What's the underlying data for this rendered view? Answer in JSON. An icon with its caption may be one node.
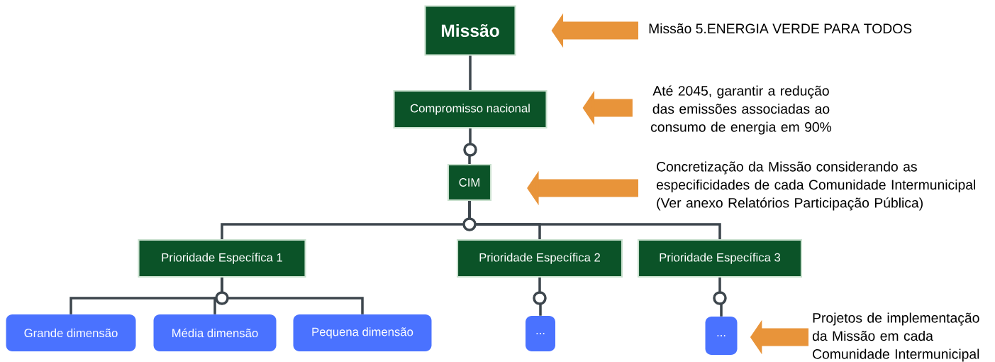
{
  "diagram": {
    "nodes": [
      {
        "text": [
          "Missão"
        ]
      },
      {
        "text": [
          "Compromisso nacional"
        ]
      },
      {
        "text": [
          "CIM"
        ]
      },
      {
        "text": [
          "Prioridade Específica 1"
        ]
      },
      {
        "text": [
          "Prioridade Específica 2"
        ]
      },
      {
        "text": [
          "Prioridade Específica 3"
        ]
      },
      {
        "text": [
          "Grande dimensão"
        ]
      },
      {
        "text": [
          "Média dimensão"
        ]
      },
      {
        "text": [
          "Pequena dimensão"
        ]
      },
      {
        "text": [
          "..."
        ]
      },
      {
        "text": [
          "..."
        ]
      },
      {
        "text": [
          "Missão 5.ENERGIA VERDE PARA TODOS"
        ]
      },
      {
        "text": [
          "Até 2045, garantir a redução das emissões associadas ao consumo de energia em 90%"
        ]
      },
      {
        "text": [
          "Concretização da Missão considerando as especificidades de cada Comunidade Intermunicipal (Ver anexo Relatórios Participação Pública)"
        ]
      },
      {
        "text": [
          "Projetos de implementação da Missão em cada Comunidade Intermunicipal"
        ]
      }
    ],
    "edges": [
      {
        "from": 0,
        "to": 1,
        "arrow": "none"
      },
      {
        "from": 1,
        "to": 2,
        "arrow": "none"
      },
      {
        "from": 2,
        "to": 3,
        "arrow": "none"
      },
      {
        "from": 2,
        "to": 4,
        "arrow": "none"
      },
      {
        "from": 2,
        "to": 5,
        "arrow": "none"
      },
      {
        "from": 3,
        "to": 6,
        "arrow": "none"
      },
      {
        "from": 3,
        "to": 7,
        "arrow": "none"
      },
      {
        "from": 3,
        "to": 8,
        "arrow": "none"
      },
      {
        "from": 4,
        "to": 9,
        "arrow": "none"
      },
      {
        "from": 5,
        "to": 10,
        "arrow": "none"
      },
      {
        "from": 11,
        "to": 0,
        "arrow": "to",
        "style": "thick",
        "color": "#e8943a"
      },
      {
        "from": 12,
        "to": 1,
        "arrow": "to",
        "style": "thick",
        "color": "#e8943a"
      },
      {
        "from": 13,
        "to": 2,
        "arrow": "to",
        "style": "thick",
        "color": "#e8943a"
      },
      {
        "from": 14,
        "to": 10,
        "arrow": "to",
        "style": "thick",
        "color": "#e8943a"
      }
    ]
  }
}
